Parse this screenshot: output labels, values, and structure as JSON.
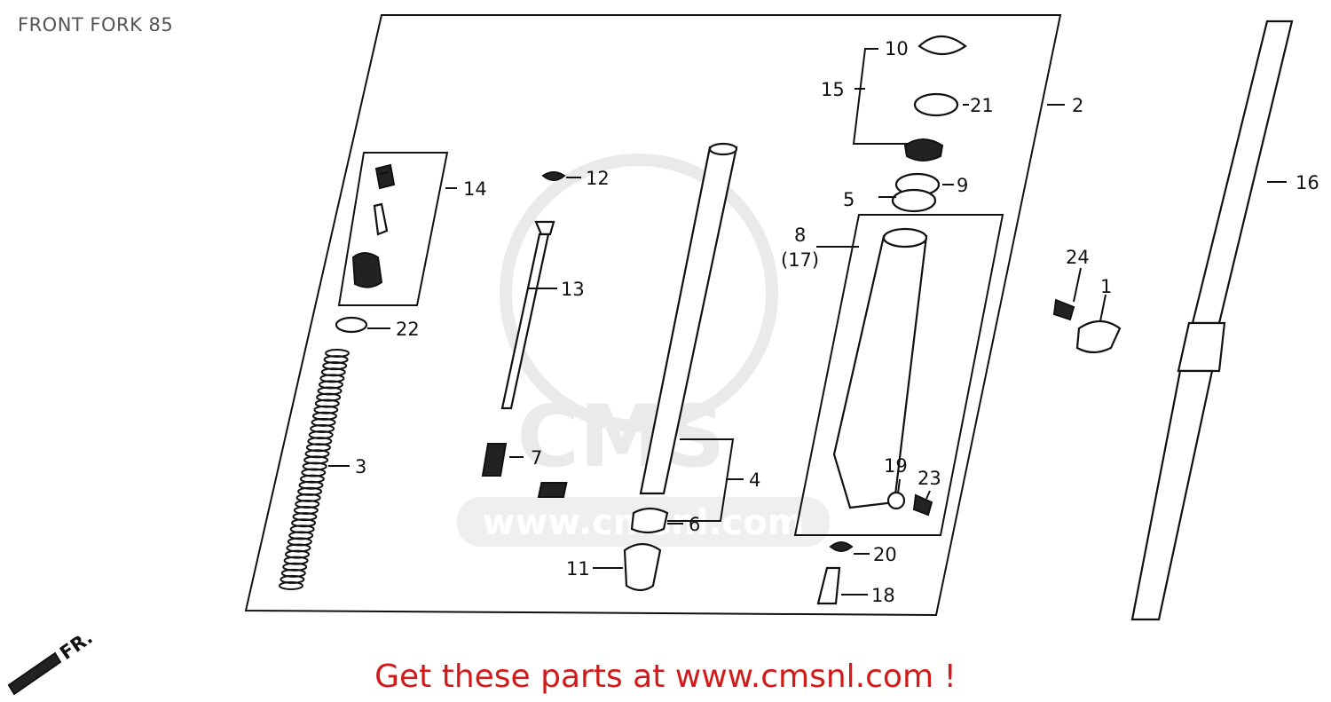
{
  "title": "FRONT FORK 85",
  "cta": "Get these parts at www.cmsnl.com !",
  "watermark": {
    "text": "CMS",
    "url": "www.cmsnl.com"
  },
  "direction_label": "FR.",
  "callouts": {
    "c1": "1",
    "c2": "2",
    "c3": "3",
    "c4": "4",
    "c5": "5",
    "c6": "6",
    "c7": "7",
    "c8": "8",
    "c9": "9",
    "c10": "10",
    "c11": "11",
    "c12": "12",
    "c13": "13",
    "c14": "14",
    "c15": "15",
    "c16": "16",
    "c17": "(17)",
    "c18": "18",
    "c19": "19",
    "c20": "20",
    "c21": "21",
    "c22": "22",
    "c23": "23",
    "c24": "24"
  },
  "colors": {
    "cta": "#d11a1a",
    "lines": "#111111",
    "watermark": "#d9d9d9"
  }
}
